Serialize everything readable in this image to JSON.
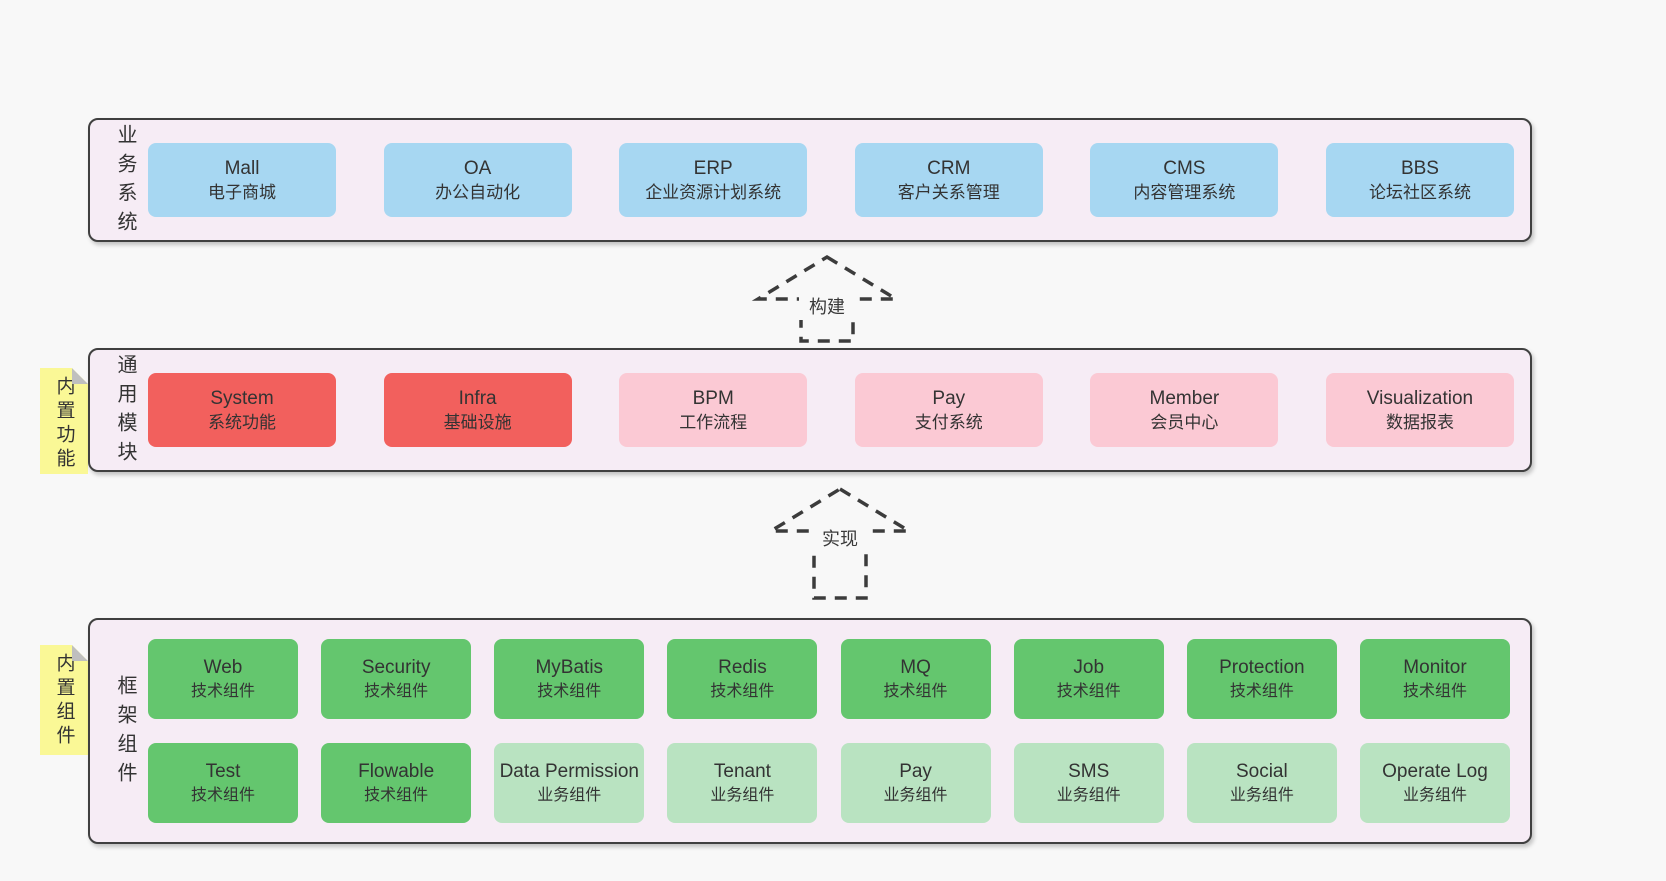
{
  "palette": {
    "page_bg": "#f8f8f8",
    "container_bg": "#f6ecf5",
    "container_border": "#404040",
    "box_blue": "#a7d7f2",
    "box_red": "#f2605d",
    "box_pink": "#fbc9d4",
    "box_green": "#64c66e",
    "box_light_green": "#b9e3c1",
    "sticky_yellow": "#faf896",
    "sticky_fold_gray": "#bfbfbf",
    "text": "#333333"
  },
  "layers": {
    "business": {
      "label": "业务系统",
      "boxes": [
        {
          "en": "Mall",
          "zh": "电子商城",
          "variant": "blue"
        },
        {
          "en": "OA",
          "zh": "办公自动化",
          "variant": "blue"
        },
        {
          "en": "ERP",
          "zh": "企业资源计划系统",
          "variant": "blue"
        },
        {
          "en": "CRM",
          "zh": "客户关系管理",
          "variant": "blue"
        },
        {
          "en": "CMS",
          "zh": "内容管理系统",
          "variant": "blue"
        },
        {
          "en": "BBS",
          "zh": "论坛社区系统",
          "variant": "blue"
        }
      ]
    },
    "modules": {
      "label": "通用模块",
      "sticky": "内置功能",
      "boxes": [
        {
          "en": "System",
          "zh": "系统功能",
          "variant": "red"
        },
        {
          "en": "Infra",
          "zh": "基础设施",
          "variant": "red"
        },
        {
          "en": "BPM",
          "zh": "工作流程",
          "variant": "pink"
        },
        {
          "en": "Pay",
          "zh": "支付系统",
          "variant": "pink"
        },
        {
          "en": "Member",
          "zh": "会员中心",
          "variant": "pink"
        },
        {
          "en": "Visualization",
          "zh": "数据报表",
          "variant": "pink"
        }
      ]
    },
    "components": {
      "label": "框架组件",
      "sticky": "内置组件",
      "row1": [
        {
          "en": "Web",
          "zh": "技术组件",
          "variant": "green"
        },
        {
          "en": "Security",
          "zh": "技术组件",
          "variant": "green"
        },
        {
          "en": "MyBatis",
          "zh": "技术组件",
          "variant": "green"
        },
        {
          "en": "Redis",
          "zh": "技术组件",
          "variant": "green"
        },
        {
          "en": "MQ",
          "zh": "技术组件",
          "variant": "green"
        },
        {
          "en": "Job",
          "zh": "技术组件",
          "variant": "green"
        },
        {
          "en": "Protection",
          "zh": "技术组件",
          "variant": "green"
        },
        {
          "en": "Monitor",
          "zh": "技术组件",
          "variant": "green"
        }
      ],
      "row2": [
        {
          "en": "Test",
          "zh": "技术组件",
          "variant": "green"
        },
        {
          "en": "Flowable",
          "zh": "技术组件",
          "variant": "green"
        },
        {
          "en": "Data Permission",
          "zh": "业务组件",
          "variant": "light-green"
        },
        {
          "en": "Tenant",
          "zh": "业务组件",
          "variant": "light-green"
        },
        {
          "en": "Pay",
          "zh": "业务组件",
          "variant": "light-green"
        },
        {
          "en": "SMS",
          "zh": "业务组件",
          "variant": "light-green"
        },
        {
          "en": "Social",
          "zh": "业务组件",
          "variant": "light-green"
        },
        {
          "en": "Operate Log",
          "zh": "业务组件",
          "variant": "light-green"
        }
      ]
    }
  },
  "arrows": [
    {
      "label": "构建"
    },
    {
      "label": "实现"
    }
  ]
}
